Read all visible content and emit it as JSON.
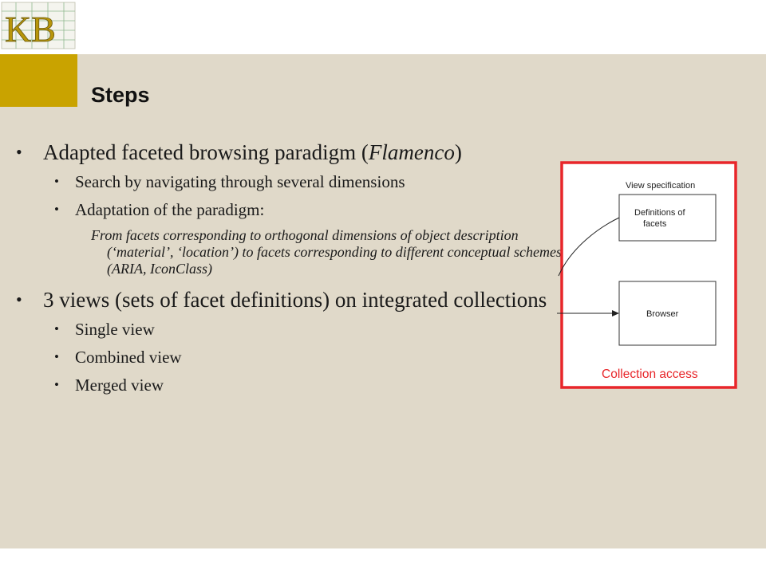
{
  "logo_text": "KB",
  "title": "Steps",
  "bullets": [
    {
      "text": "Adapted faceted browsing paradigm (",
      "emph": "Flamenco",
      "after": ")"
    },
    {
      "text": "Search by navigating through several dimensions"
    },
    {
      "text": "Adaptation of the paradigm:"
    },
    {
      "text": "From facets corresponding to orthogonal dimensions of object description (‘material’, ‘location’) to facets corresponding to different conceptual schemes (ARIA, IconClass)"
    },
    {
      "text": "3 views (sets of facet definitions) on integrated collections"
    },
    {
      "text": "Single view"
    },
    {
      "text": "Combined view"
    },
    {
      "text": "Merged view"
    }
  ],
  "diagram": {
    "view_spec_label": "View specification",
    "definitions_box_line1": "Definitions of",
    "definitions_box_line2": "facets",
    "browser_box": "Browser",
    "collection_access_label": "Collection access",
    "frame_color": "#e8262a"
  }
}
